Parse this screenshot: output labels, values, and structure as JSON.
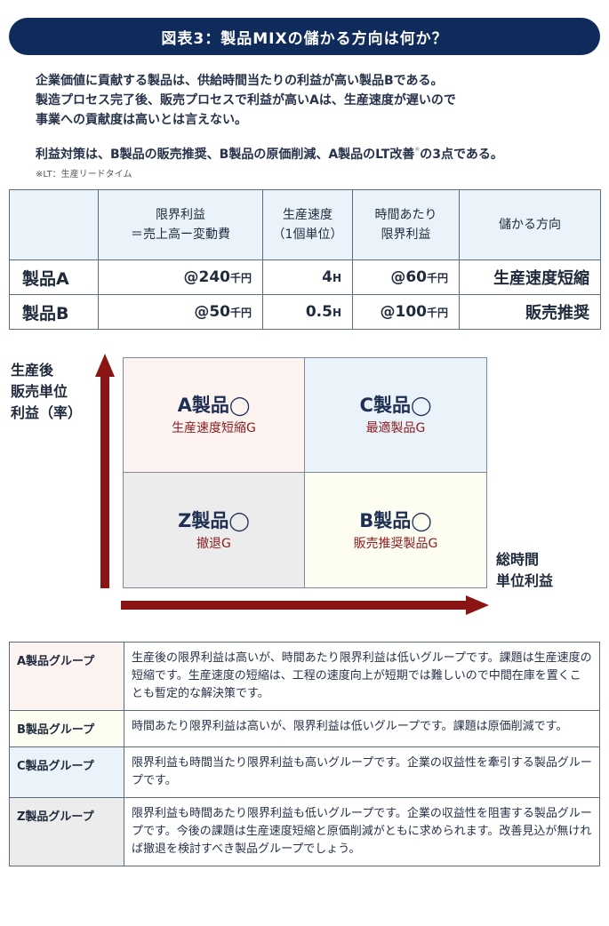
{
  "title": "図表3：製品MIXの儲かる方向は何か？",
  "intro": [
    "企業価値に貢献する製品は、供給時間当たりの利益が高い製品Bである。",
    "製造プロセス完了後、販売プロセスで利益が高いAは、生産速度が遅いので",
    "事業への貢献度は高いとは言えない。"
  ],
  "strategy": {
    "text": "利益対策は、B製品の販売推奨、B製品の原価削減、A製品のLT改善",
    "mark": "※",
    "suffix": "の3点である。"
  },
  "note": "※LT：生産リードタイム",
  "summary_table": {
    "headers": [
      {
        "line1": "",
        "line2": ""
      },
      {
        "line1": "限界利益",
        "line2": "＝売上高ー変動費"
      },
      {
        "line1": "生産速度",
        "line2": "（1個単位）"
      },
      {
        "line1": "時間あたり",
        "line2": "限界利益"
      },
      {
        "line1": "儲かる方向",
        "line2": ""
      }
    ],
    "rows": [
      {
        "label": "製品A",
        "margin": "@240",
        "margin_unit": "千円",
        "speed": "4",
        "speed_unit": "H",
        "hourly": "@60",
        "hourly_unit": "千円",
        "direction": "生産速度短縮"
      },
      {
        "label": "製品B",
        "margin": "@50",
        "margin_unit": "千円",
        "speed": "0.5",
        "speed_unit": "H",
        "hourly": "@100",
        "hourly_unit": "千円",
        "direction": "販売推奨"
      }
    ]
  },
  "matrix": {
    "y_axis_label": [
      "生産後",
      "販売単位",
      "利益（率）"
    ],
    "x_axis_label": [
      "総時間",
      "単位利益"
    ],
    "quadrants": {
      "a": {
        "name": "A製品◯",
        "sub": "生産速度短縮G"
      },
      "c": {
        "name": "C製品◯",
        "sub": "最適製品G"
      },
      "z": {
        "name": "Z製品◯",
        "sub": "撤退G"
      },
      "b": {
        "name": "B製品◯",
        "sub": "販売推奨製品G"
      }
    },
    "colors": {
      "arrow": "#8b1414",
      "title_bar": "#0f2b5b"
    }
  },
  "groups": [
    {
      "name": "A製品グループ",
      "desc": "生産後の限界利益は高いが、時間あたり限界利益は低いグループです。課題は生産速度の短縮です。生産速度の短縮は、工程の速度向上が短期では難しいので中間在庫を置くことも暫定的な解決策です。"
    },
    {
      "name": "B製品グループ",
      "desc": "時間あたり限界利益は高いが、限界利益は低いグループです。課題は原価削減です。"
    },
    {
      "name": "C製品グループ",
      "desc": "限界利益も時間当たり限界利益も高いグループです。企業の収益性を牽引する製品グループです。"
    },
    {
      "name": "Z製品グループ",
      "desc": "限界利益も時間あたり限界利益も低いグループです。企業の収益性を阻害する製品グループです。今後の課題は生産速度短縮と原価削減がともに求められます。改善見込が無ければ撤退を検討すべき製品グループでしょう。"
    }
  ]
}
